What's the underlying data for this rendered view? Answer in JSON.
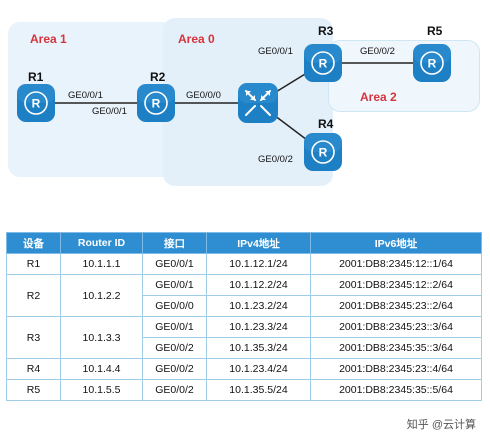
{
  "areas": {
    "area1": "Area 1",
    "area0": "Area 0",
    "area2": "Area 2"
  },
  "routers": {
    "r1": "R1",
    "r2": "R2",
    "r3": "R3",
    "r4": "R4",
    "r5": "R5"
  },
  "ports": {
    "r1_ge001": "GE0/0/1",
    "r2_ge001": "GE0/0/1",
    "r2_ge000": "GE0/0/0",
    "r3_ge001": "GE0/0/1",
    "r3_ge002": "GE0/0/2",
    "r4_ge002": "GE0/0/2"
  },
  "table": {
    "headers": [
      "设备",
      "Router ID",
      "接口",
      "IPv4地址",
      "IPv6地址"
    ],
    "rows": [
      {
        "device": "R1",
        "router_id": "10.1.1.1",
        "interfaces": [
          {
            "name": "GE0/0/1",
            "ipv4": "10.1.12.1/24",
            "ipv6": "2001:DB8:2345:12::1/64"
          }
        ]
      },
      {
        "device": "R2",
        "router_id": "10.1.2.2",
        "interfaces": [
          {
            "name": "GE0/0/1",
            "ipv4": "10.1.12.2/24",
            "ipv6": "2001:DB8:2345:12::2/64"
          },
          {
            "name": "GE0/0/0",
            "ipv4": "10.1.23.2/24",
            "ipv6": "2001:DB8:2345:23::2/64"
          }
        ]
      },
      {
        "device": "R3",
        "router_id": "10.1.3.3",
        "interfaces": [
          {
            "name": "GE0/0/1",
            "ipv4": "10.1.23.3/24",
            "ipv6": "2001:DB8:2345:23::3/64"
          },
          {
            "name": "GE0/0/2",
            "ipv4": "10.1.35.3/24",
            "ipv6": "2001:DB8:2345:35::3/64"
          }
        ]
      },
      {
        "device": "R4",
        "router_id": "10.1.4.4",
        "interfaces": [
          {
            "name": "GE0/0/2",
            "ipv4": "10.1.23.4/24",
            "ipv6": "2001:DB8:2345:23::4/64"
          }
        ]
      },
      {
        "device": "R5",
        "router_id": "10.1.5.5",
        "interfaces": [
          {
            "name": "GE0/0/2",
            "ipv4": "10.1.35.5/24",
            "ipv6": "2001:DB8:2345:35::5/64"
          }
        ]
      }
    ]
  },
  "watermark": "知乎 @云计算",
  "colors": {
    "router_blue": "#1d7fc4",
    "area_label_red": "#d5343c",
    "table_header": "#2e8ed1"
  }
}
